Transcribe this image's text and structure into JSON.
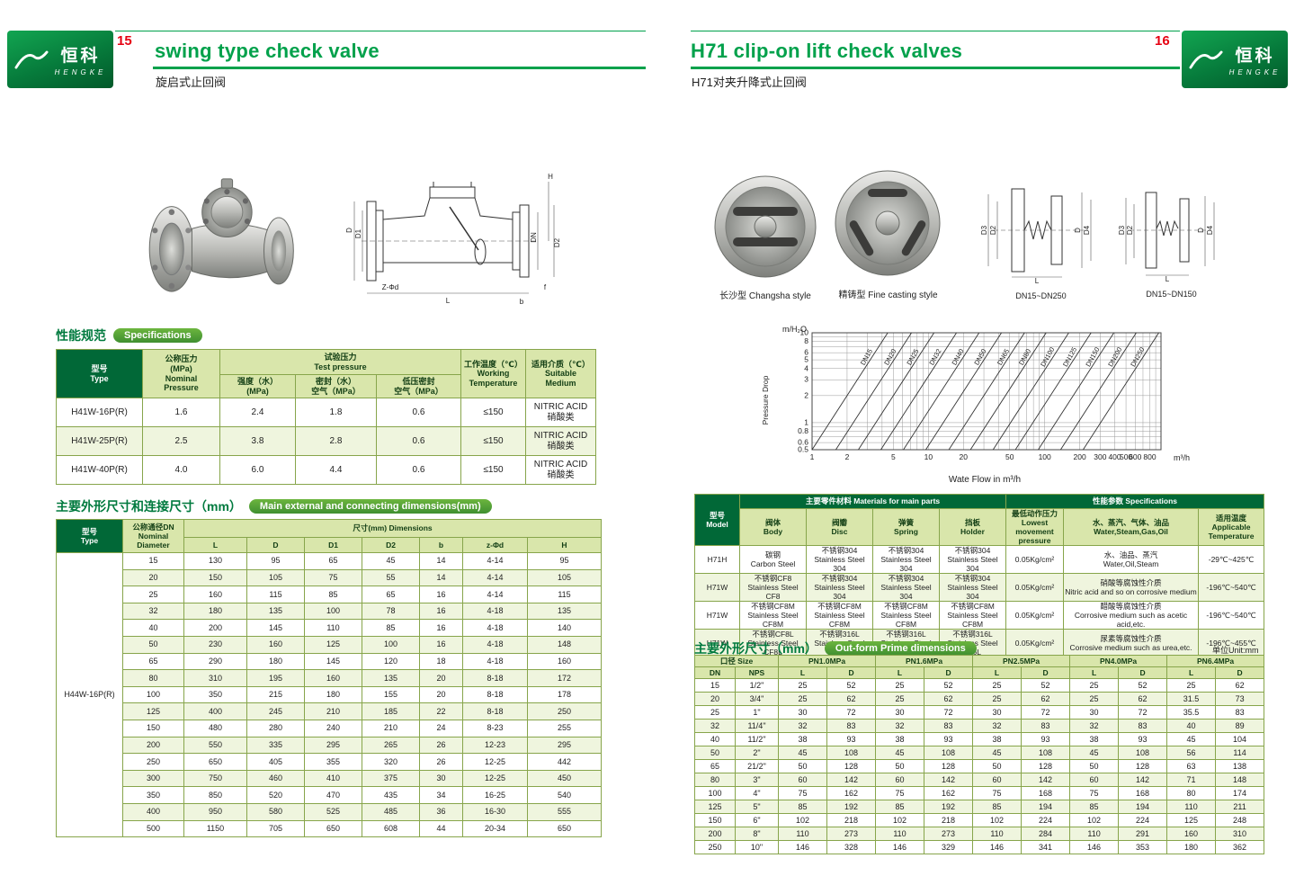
{
  "brand": {
    "zh": "恒科",
    "en": "HENGKE"
  },
  "left": {
    "page_number": "15",
    "title": "swing type check valve",
    "subtitle": "旋启式止回阀",
    "spec_section": {
      "zh": "性能规范",
      "en": "Specifications"
    },
    "dims_section": {
      "zh": "主要外形尺寸和连接尺寸（mm）",
      "en": "Main external and connecting dimensions(mm)"
    },
    "drawing_labels": [
      "D",
      "D1",
      "DN",
      "D2",
      "H",
      "L",
      "Z-Φd",
      "b",
      "f"
    ],
    "spec_table": {
      "h_type": "型号\nType",
      "h_nominal": "公称压力\n(MPa)\nNominal\nPressure",
      "h_test": "试验压力\nTest pressure",
      "h_strength": "强度（水）\n(MPa)",
      "h_seal": "密封（水）\n空气（MPa）",
      "h_lowseal": "低压密封\n空气（MPa）",
      "h_temp": "工作温度（℃）\nWorking\nTemperature",
      "h_medium": "适用介质（℃）\nSuitable\nMedium",
      "rows": [
        [
          "H41W-16P(R)",
          "1.6",
          "2.4",
          "1.8",
          "0.6",
          "≤150",
          "NITRIC ACID\n硝酸类"
        ],
        [
          "H41W-25P(R)",
          "2.5",
          "3.8",
          "2.8",
          "0.6",
          "≤150",
          "NITRIC ACID\n硝酸类"
        ],
        [
          "H41W-40P(R)",
          "4.0",
          "6.0",
          "4.4",
          "0.6",
          "≤150",
          "NITRIC ACID\n硝酸类"
        ]
      ]
    },
    "dims_table": {
      "h_type": "型号\nType",
      "h_dn": "公称通径DN\nNominal\nDiameter",
      "h_dims": "尺寸(mm) Dimensions",
      "cols": [
        "L",
        "D",
        "D1",
        "D2",
        "b",
        "z-Φd",
        "H"
      ],
      "model": "H44W-16P(R)",
      "rows": [
        [
          "15",
          "130",
          "95",
          "65",
          "45",
          "14",
          "4-14",
          "95"
        ],
        [
          "20",
          "150",
          "105",
          "75",
          "55",
          "14",
          "4-14",
          "105"
        ],
        [
          "25",
          "160",
          "115",
          "85",
          "65",
          "16",
          "4-14",
          "115"
        ],
        [
          "32",
          "180",
          "135",
          "100",
          "78",
          "16",
          "4-18",
          "135"
        ],
        [
          "40",
          "200",
          "145",
          "110",
          "85",
          "16",
          "4-18",
          "140"
        ],
        [
          "50",
          "230",
          "160",
          "125",
          "100",
          "16",
          "4-18",
          "148"
        ],
        [
          "65",
          "290",
          "180",
          "145",
          "120",
          "18",
          "4-18",
          "160"
        ],
        [
          "80",
          "310",
          "195",
          "160",
          "135",
          "20",
          "8-18",
          "172"
        ],
        [
          "100",
          "350",
          "215",
          "180",
          "155",
          "20",
          "8-18",
          "178"
        ],
        [
          "125",
          "400",
          "245",
          "210",
          "185",
          "22",
          "8-18",
          "250"
        ],
        [
          "150",
          "480",
          "280",
          "240",
          "210",
          "24",
          "8-23",
          "255"
        ],
        [
          "200",
          "550",
          "335",
          "295",
          "265",
          "26",
          "12-23",
          "295"
        ],
        [
          "250",
          "650",
          "405",
          "355",
          "320",
          "26",
          "12-25",
          "442"
        ],
        [
          "300",
          "750",
          "460",
          "410",
          "375",
          "30",
          "12-25",
          "450"
        ],
        [
          "350",
          "850",
          "520",
          "470",
          "435",
          "34",
          "16-25",
          "540"
        ],
        [
          "400",
          "950",
          "580",
          "525",
          "485",
          "36",
          "16-30",
          "555"
        ],
        [
          "500",
          "1150",
          "705",
          "650",
          "608",
          "44",
          "20-34",
          "650"
        ]
      ]
    }
  },
  "right": {
    "page_number": "16",
    "title": "H71 clip-on lift check valves",
    "subtitle": "H71对夹升降式止回阀",
    "captions": {
      "photo1": "长沙型 Changsha style",
      "photo2": "精铸型 Fine casting style",
      "draw1": "DN15~DN250",
      "draw2": "DN15~DN150"
    },
    "drawing_labels": [
      "D3",
      "D2",
      "D",
      "D4",
      "L"
    ],
    "chart_data": {
      "type": "line",
      "title": "",
      "x_axis_label": "Wate Flow in m³/h",
      "x_unit": "m³/h",
      "y_axis_unit": "m/H₂O",
      "y_axis_label": "Pressure Drop",
      "x_scale": "log",
      "y_scale": "log",
      "grid": true,
      "xlim": [
        1,
        1000
      ],
      "ylim": [
        0.5,
        10
      ],
      "x_ticks": [
        "1",
        "2",
        "5",
        "10",
        "20",
        "50",
        "100",
        "200",
        "300",
        "400",
        "500",
        "600",
        "800"
      ],
      "y_ticks": [
        "10",
        "8",
        "6",
        "5",
        "4",
        "3",
        "2",
        "1",
        "0.8",
        "0.6",
        "0.5"
      ],
      "series_note": "parallel pressure-drop curves (slope 2 on log-log); xb = flow where curve crosses 0.5 m/H2O",
      "series": [
        {
          "name": "DN15",
          "xb": 1.0
        },
        {
          "name": "DN20",
          "xb": 1.6
        },
        {
          "name": "DN25",
          "xb": 2.5
        },
        {
          "name": "DN32",
          "xb": 3.9
        },
        {
          "name": "DN40",
          "xb": 6.1
        },
        {
          "name": "DN50",
          "xb": 9.5
        },
        {
          "name": "DN65",
          "xb": 15
        },
        {
          "name": "DN80",
          "xb": 23
        },
        {
          "name": "DN100",
          "xb": 36
        },
        {
          "name": "DN125",
          "xb": 56
        },
        {
          "name": "DN150",
          "xb": 88
        },
        {
          "name": "DN200",
          "xb": 137
        },
        {
          "name": "DN250",
          "xb": 214
        }
      ]
    },
    "materials_table": {
      "h_model": "型号\nModel",
      "h_parts": "主要零件材料 Materials for main parts",
      "h_specs": "性能参数 Specifications",
      "h_body": "阀体\nBody",
      "h_disc": "阀瓣\nDisc",
      "h_spring": "弹簧\nSpring",
      "h_holder": "挡板\nHolder",
      "h_pressure": "最低动作压力\nLowest movement\npressure",
      "h_medium": "水、蒸汽、气体、油品\nWater,Steam,Gas,Oil",
      "h_temp": "适用温度\nApplicable\nTemperature",
      "rows": [
        [
          "H71H",
          "碳钢\nCarbon Steel",
          "不锈钢304\nStainless Steel 304",
          "不锈钢304\nStainless Steel 304",
          "不锈钢304\nStainless Steel 304",
          "0.05Kg/cm²",
          "水、油品、蒸汽\nWater,Oil,Steam",
          "-29℃~425℃"
        ],
        [
          "H71W",
          "不锈钢CF8\nStainless Steel CF8",
          "不锈钢304\nStainless Steel 304",
          "不锈钢304\nStainless Steel 304",
          "不锈钢304\nStainless Steel 304",
          "0.05Kg/cm²",
          "硝酸等腐蚀性介质\nNitric acid and so on corrosive medium",
          "-196℃~540℃"
        ],
        [
          "H71W",
          "不锈钢CF8M\nStainless Steel CF8M",
          "不锈钢CF8M\nStainless Steel CF8M",
          "不锈钢CF8M\nStainless Steel CF8M",
          "不锈钢CF8M\nStainless Steel CF8M",
          "0.05Kg/cm²",
          "醋酸等腐蚀性介质\nCorrosive medium such as acetic acid,etc.",
          "-196℃~540℃"
        ],
        [
          "H71W",
          "不锈钢CF8L\nStainless Steel CF8L",
          "不锈钢316L\nStainless Steel 316L",
          "不锈钢316L\nStainless Steel 316L",
          "不锈钢316L\nStainless Steel 316L",
          "0.05Kg/cm²",
          "尿素等腐蚀性介质\nCorrosive medium such as urea,etc.",
          "-196℃~455℃"
        ]
      ]
    },
    "outform_section": {
      "zh": "主要外形尺寸（mm）",
      "en": "Out-form Prime dimensions",
      "unit": "单位Unit:mm"
    },
    "outform_table": {
      "h_size": "口径 Size",
      "h_dn": "DN",
      "h_nps": "NPS",
      "h_l": "L",
      "h_d": "D",
      "pn_groups": [
        "PN1.0MPa",
        "PN1.6MPa",
        "PN2.5MPa",
        "PN4.0MPa",
        "PN6.4MPa"
      ],
      "rows": [
        [
          "15",
          "1/2\"",
          "25",
          "52",
          "25",
          "52",
          "25",
          "52",
          "25",
          "52",
          "25",
          "62"
        ],
        [
          "20",
          "3/4\"",
          "25",
          "62",
          "25",
          "62",
          "25",
          "62",
          "25",
          "62",
          "31.5",
          "73"
        ],
        [
          "25",
          "1\"",
          "30",
          "72",
          "30",
          "72",
          "30",
          "72",
          "30",
          "72",
          "35.5",
          "83"
        ],
        [
          "32",
          "11/4\"",
          "32",
          "83",
          "32",
          "83",
          "32",
          "83",
          "32",
          "83",
          "40",
          "89"
        ],
        [
          "40",
          "11/2\"",
          "38",
          "93",
          "38",
          "93",
          "38",
          "93",
          "38",
          "93",
          "45",
          "104"
        ],
        [
          "50",
          "2\"",
          "45",
          "108",
          "45",
          "108",
          "45",
          "108",
          "45",
          "108",
          "56",
          "114"
        ],
        [
          "65",
          "21/2\"",
          "50",
          "128",
          "50",
          "128",
          "50",
          "128",
          "50",
          "128",
          "63",
          "138"
        ],
        [
          "80",
          "3\"",
          "60",
          "142",
          "60",
          "142",
          "60",
          "142",
          "60",
          "142",
          "71",
          "148"
        ],
        [
          "100",
          "4\"",
          "75",
          "162",
          "75",
          "162",
          "75",
          "168",
          "75",
          "168",
          "80",
          "174"
        ],
        [
          "125",
          "5\"",
          "85",
          "192",
          "85",
          "192",
          "85",
          "194",
          "85",
          "194",
          "110",
          "211"
        ],
        [
          "150",
          "6\"",
          "102",
          "218",
          "102",
          "218",
          "102",
          "224",
          "102",
          "224",
          "125",
          "248"
        ],
        [
          "200",
          "8\"",
          "110",
          "273",
          "110",
          "273",
          "110",
          "284",
          "110",
          "291",
          "160",
          "310"
        ],
        [
          "250",
          "10\"",
          "146",
          "328",
          "146",
          "329",
          "146",
          "341",
          "146",
          "353",
          "180",
          "362"
        ]
      ]
    }
  }
}
